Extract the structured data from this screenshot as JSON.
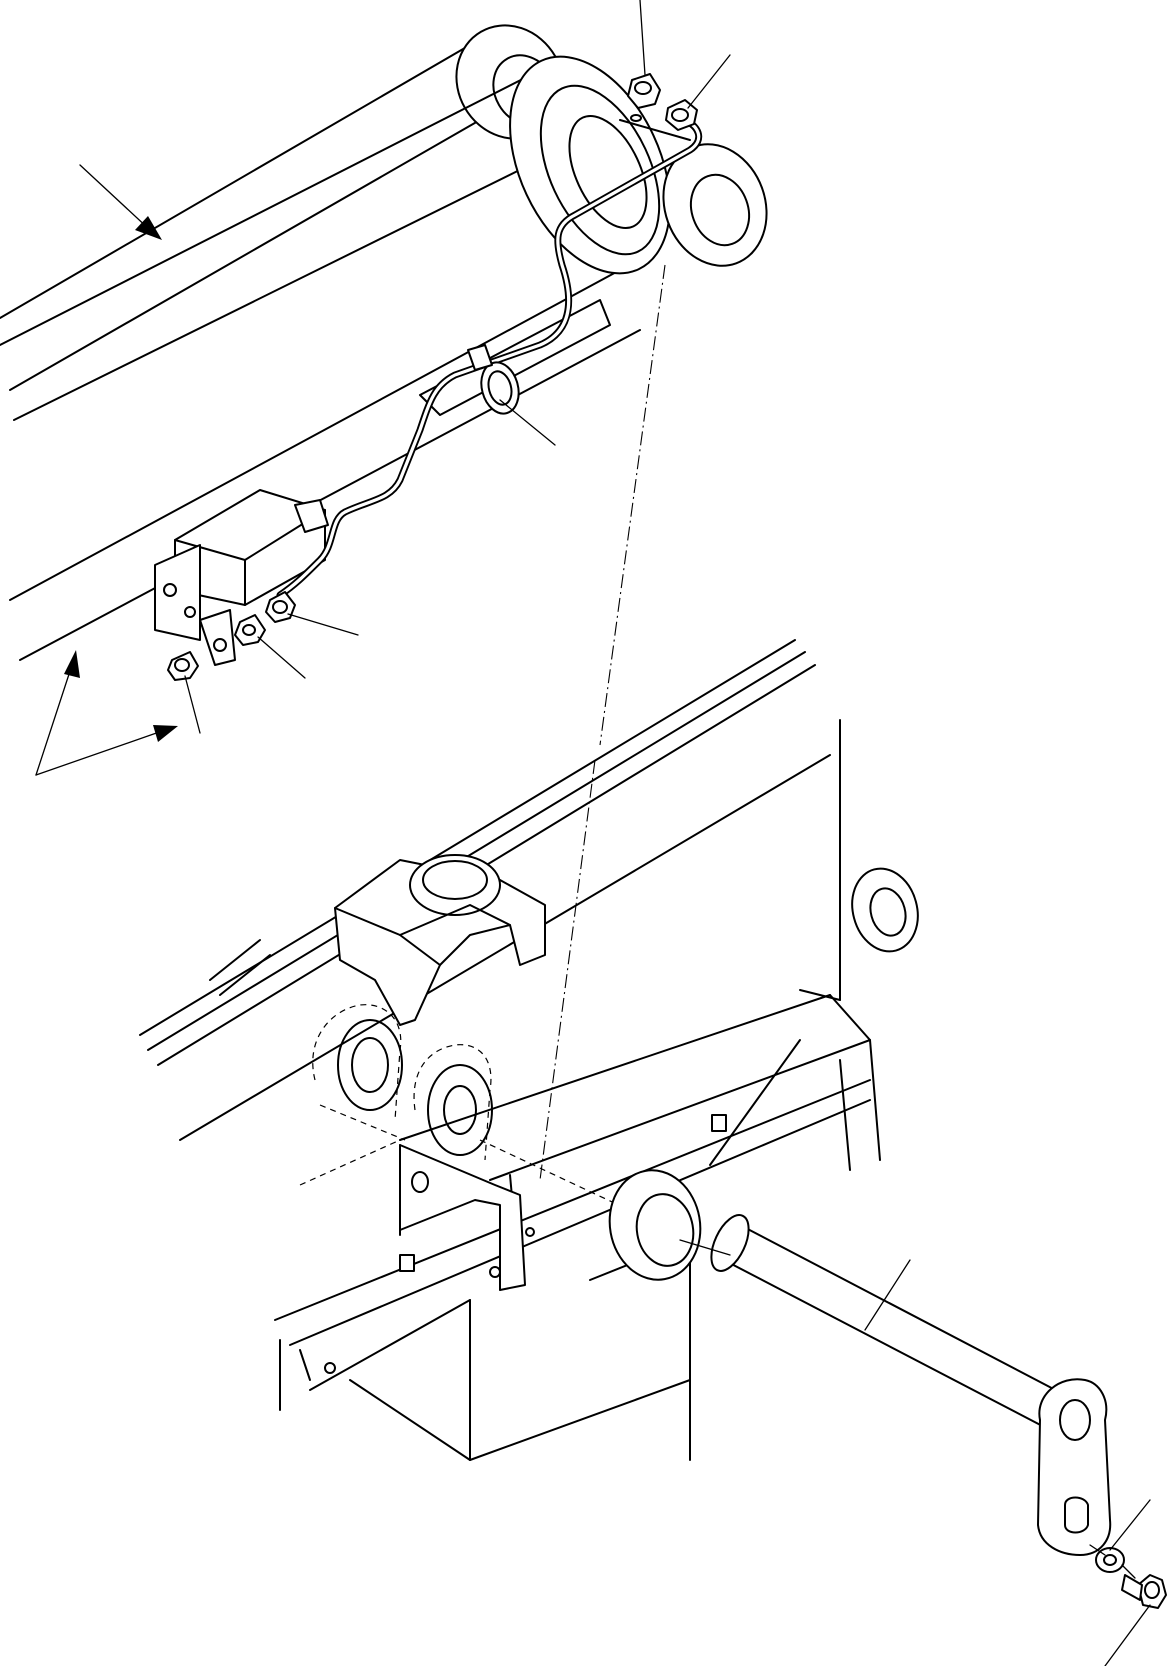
{
  "drawing": {
    "kind": "exploded parts view",
    "components": [
      "boom-cylinder",
      "grease-tube",
      "tube-clamp",
      "grease-fittings",
      "pin-boss-bracket",
      "frame",
      "mounting-pin",
      "washer",
      "bolt"
    ],
    "leader_lines": 9,
    "direction_arrows": 3,
    "text_labels": []
  }
}
